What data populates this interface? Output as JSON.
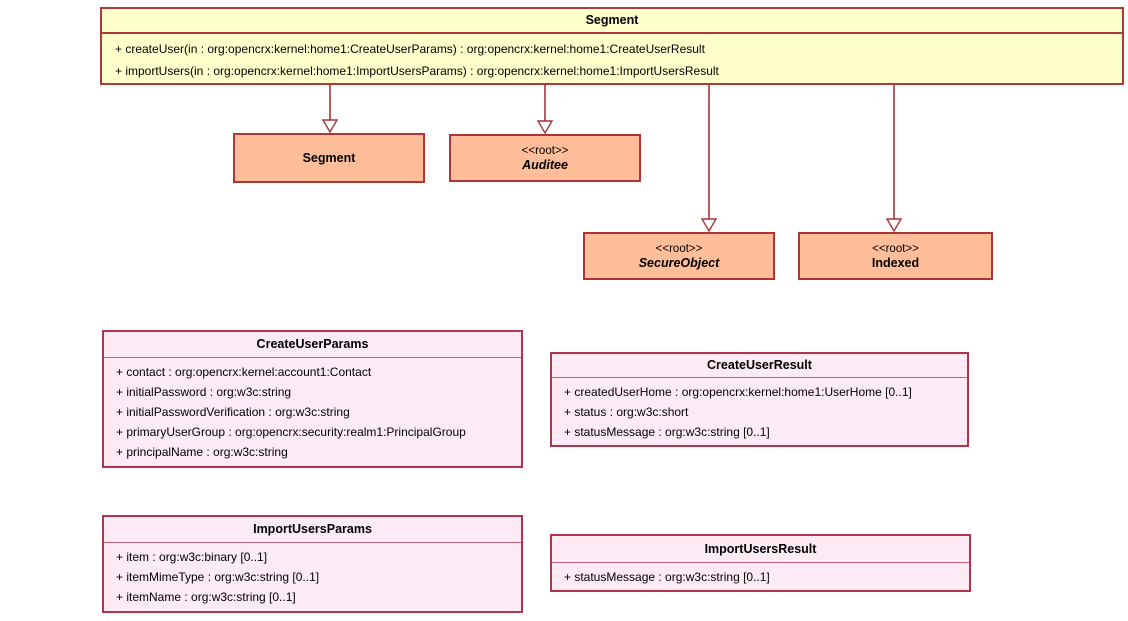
{
  "colors": {
    "class_fill": "#FFFFCC",
    "linked_class_fill": "#FFBE99",
    "message_class_fill": "#FCEAF5",
    "border_red": "#AF3A3A",
    "message_border": "#B2344C",
    "connector": "#A93438"
  },
  "root_class": {
    "title": "Segment",
    "operations": [
      "+ createUser(in : org:opencrx:kernel:home1:CreateUserParams) : org:opencrx:kernel:home1:CreateUserResult",
      "+ importUsers(in : org:opencrx:kernel:home1:ImportUsersParams) : org:opencrx:kernel:home1:ImportUsersResult"
    ]
  },
  "linked_classes": [
    {
      "stereotype": "",
      "name": "Segment"
    },
    {
      "stereotype": "<<root>>",
      "name": "Auditee"
    },
    {
      "stereotype": "<<root>>",
      "name": "SecureObject"
    },
    {
      "stereotype": "<<root>>",
      "name": "Indexed"
    }
  ],
  "connectors": [
    {
      "from": "Segment",
      "to": "Segment"
    },
    {
      "from": "Segment",
      "to": "Auditee"
    },
    {
      "from": "Segment",
      "to": "SecureObject"
    },
    {
      "from": "Segment",
      "to": "Indexed"
    }
  ],
  "message_classes": [
    {
      "title": "CreateUserParams",
      "attributes": [
        "+ contact : org:opencrx:kernel:account1:Contact",
        "+ initialPassword : org:w3c:string",
        "+ initialPasswordVerification : org:w3c:string",
        "+ primaryUserGroup : org:opencrx:security:realm1:PrincipalGroup",
        "+ principalName : org:w3c:string"
      ]
    },
    {
      "title": "CreateUserResult",
      "attributes": [
        "+ createdUserHome : org:opencrx:kernel:home1:UserHome [0..1]",
        "+ status : org:w3c:short",
        "+ statusMessage : org:w3c:string [0..1]"
      ]
    },
    {
      "title": "ImportUsersParams",
      "attributes": [
        "+ item : org:w3c:binary [0..1]",
        "+ itemMimeType : org:w3c:string [0..1]",
        "+ itemName : org:w3c:string [0..1]"
      ]
    },
    {
      "title": "ImportUsersResult",
      "attributes": [
        "+ statusMessage : org:w3c:string [0..1]"
      ]
    }
  ]
}
